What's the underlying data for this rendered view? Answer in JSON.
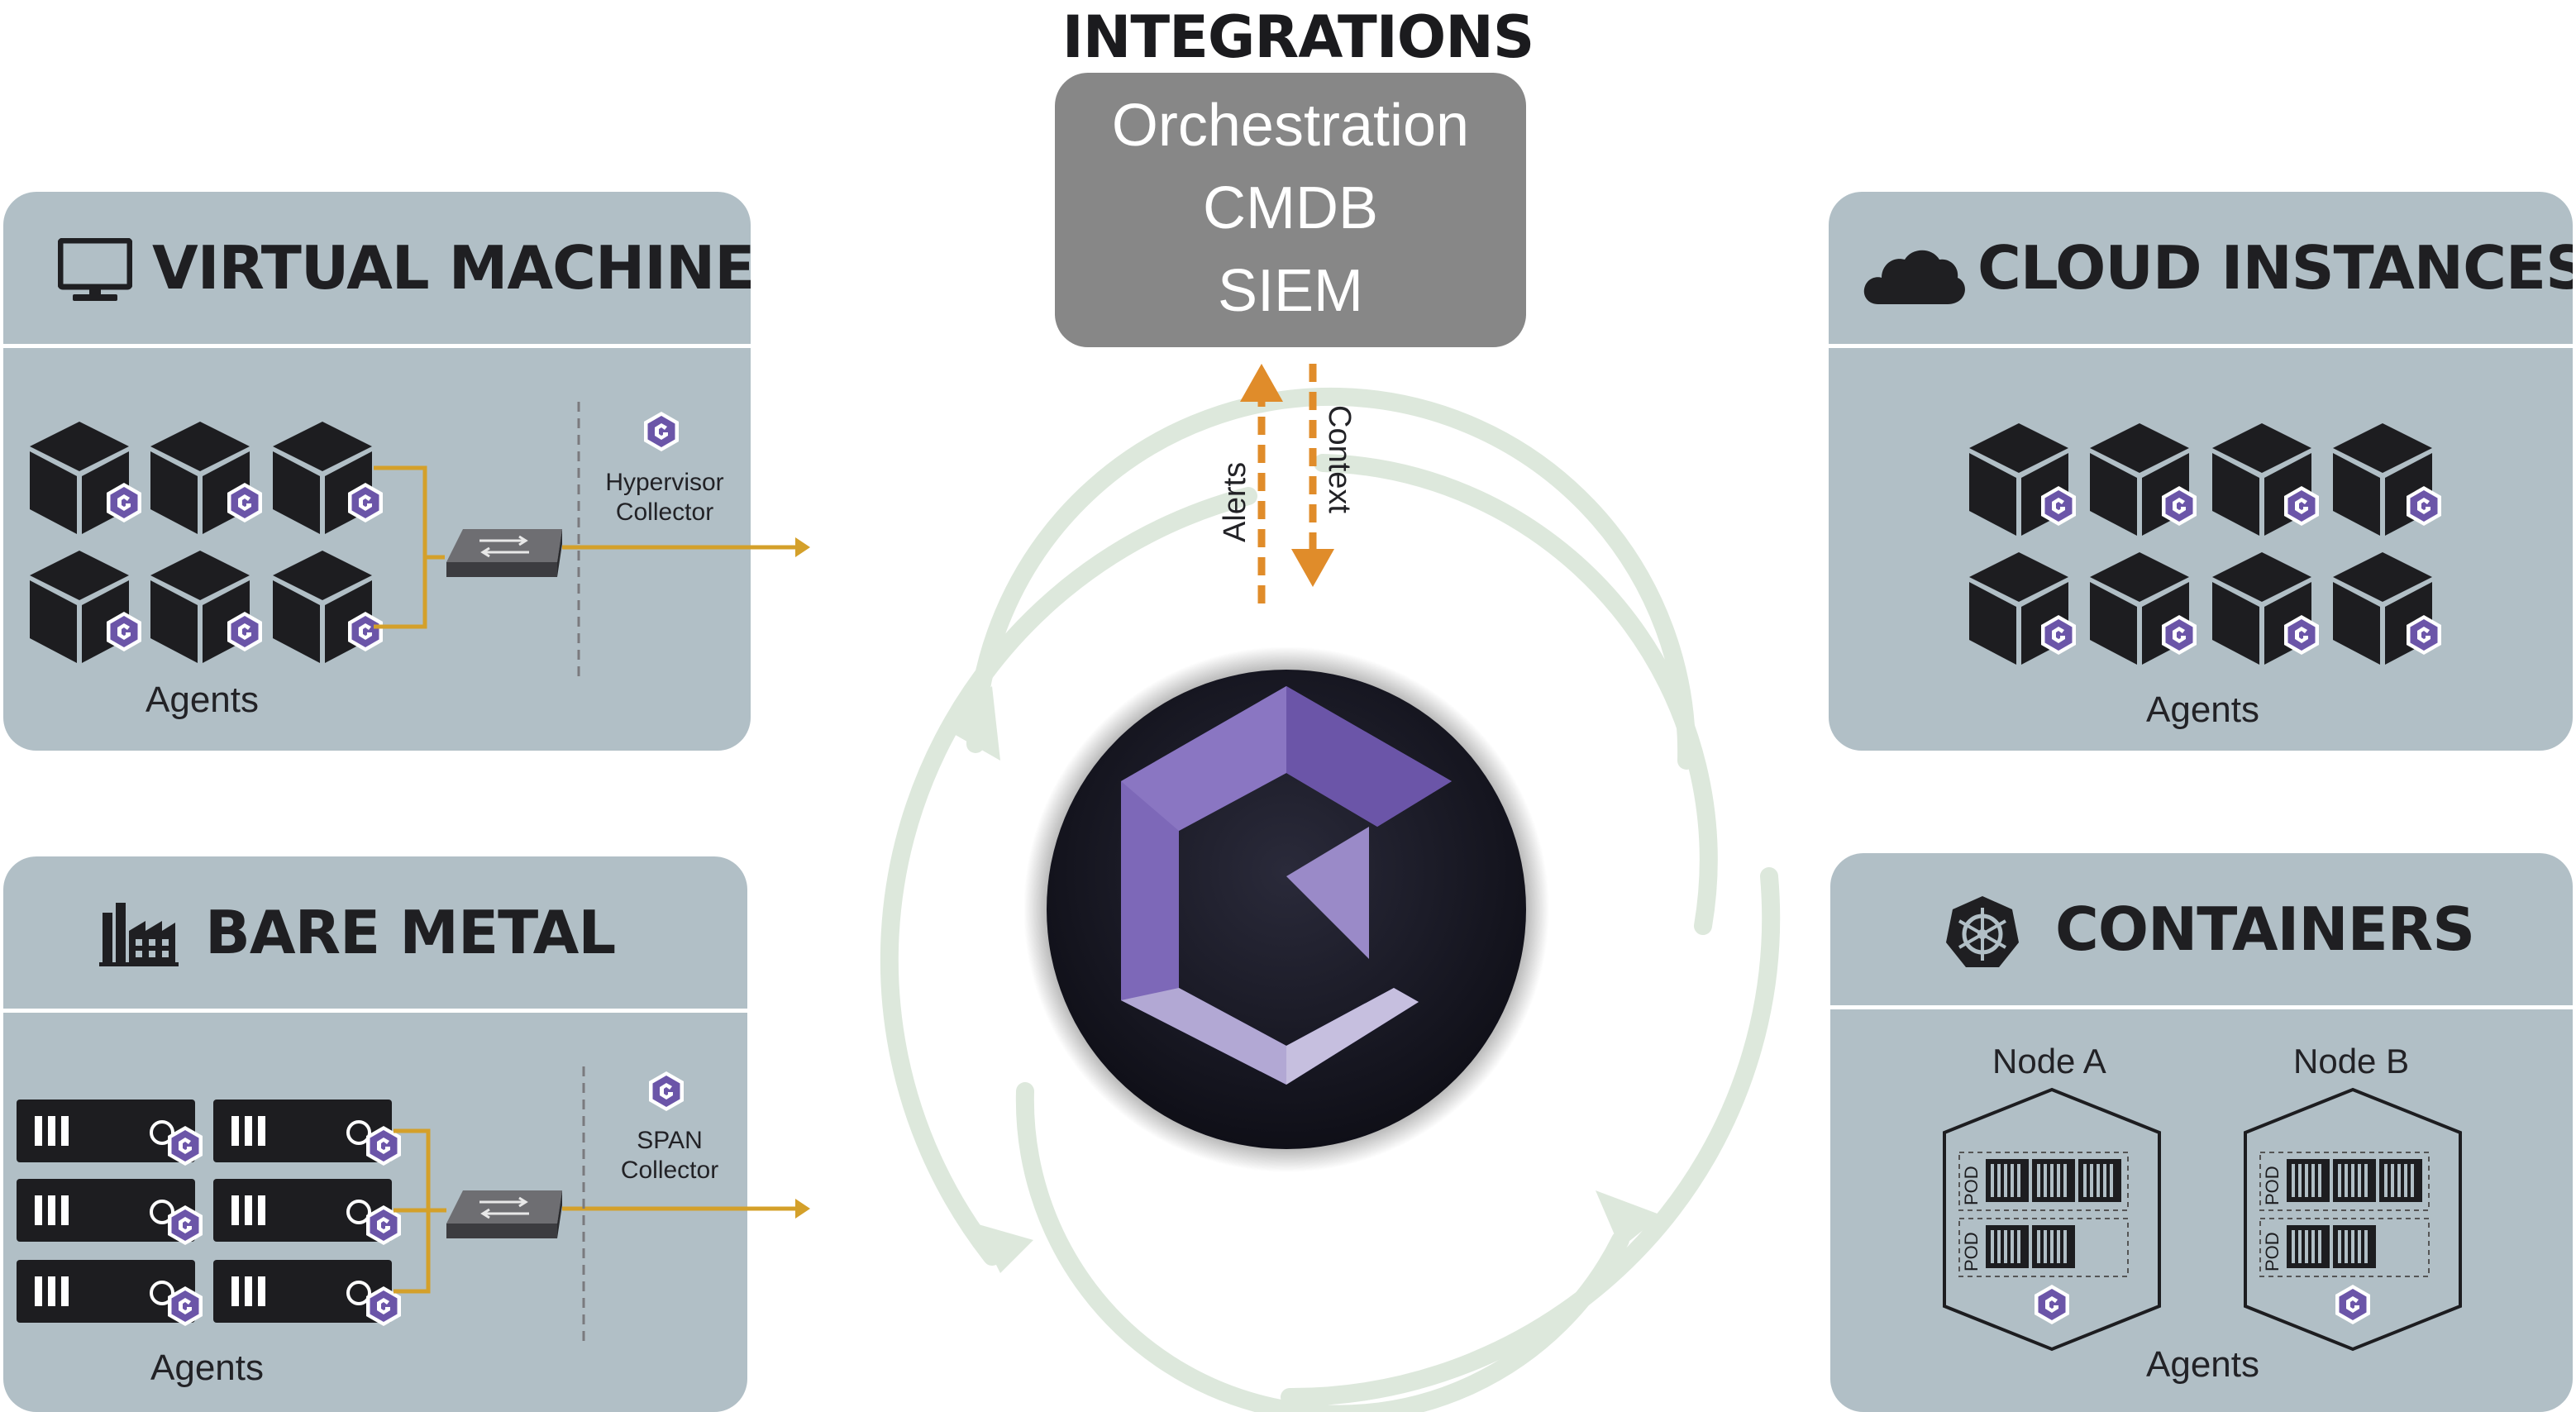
{
  "integrations": {
    "title": "INTEGRATIONS",
    "items": [
      "Orchestration",
      "CMDB",
      "SIEM"
    ],
    "alerts_label": "Alerts",
    "context_label": "Context"
  },
  "virtual_machines": {
    "title": "VIRTUAL MACHINES",
    "icon": "monitor-icon",
    "collector_line1": "Hypervisor",
    "collector_line2": "Collector",
    "agents_label": "Agents"
  },
  "bare_metal": {
    "title": "BARE METAL",
    "icon": "factory-icon",
    "collector_line1": "SPAN",
    "collector_line2": "Collector",
    "agents_label": "Agents"
  },
  "cloud_instances": {
    "title": "CLOUD INSTANCES",
    "icon": "cloud-icon",
    "agents_label": "Agents"
  },
  "containers": {
    "title": "CONTAINERS",
    "icon": "kubernetes-helm-icon",
    "node_a": "Node A",
    "node_b": "Node B",
    "pod_label": "POD",
    "agents_label": "Agents"
  },
  "colors": {
    "panel": "#b1bfc6",
    "integration_box": "#878787",
    "link": "#d4a02a",
    "arrow": "#e08c2a",
    "cycle": "#dde8dc",
    "logo_purple": "#6b55a8",
    "hub": "#14141c"
  }
}
